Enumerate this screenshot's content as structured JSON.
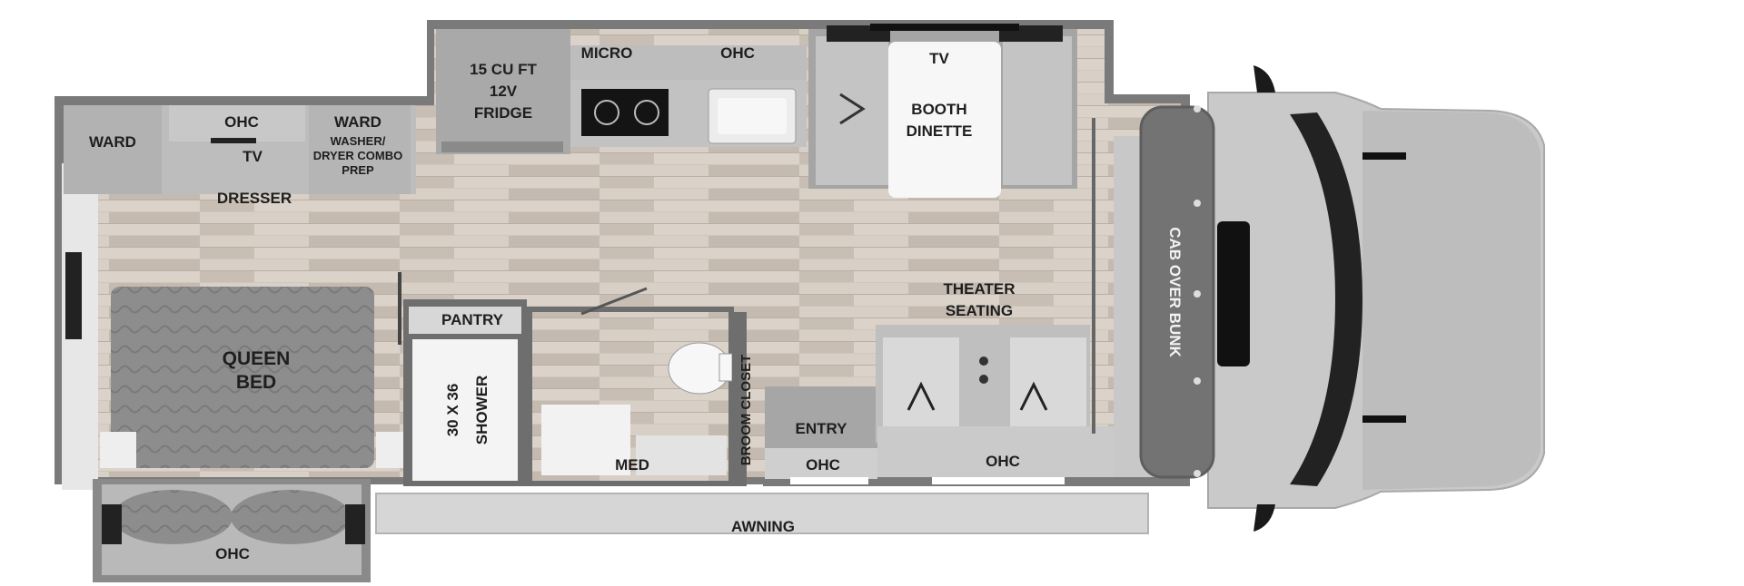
{
  "floorplan": {
    "labels": {
      "fridge_l1": "15 CU FT",
      "fridge_l2": "12V",
      "fridge_l3": "FRIDGE",
      "micro": "MICRO",
      "ohc_kitchen": "OHC",
      "tv_dinette": "TV",
      "booth_l1": "BOOTH",
      "booth_l2": "DINETTE",
      "ward_left": "WARD",
      "ohc_bedroom": "OHC",
      "ward_right": "WARD",
      "washer_l1": "WASHER/",
      "washer_l2": "DRYER COMBO",
      "washer_l3": "PREP",
      "tv_bedroom": "TV",
      "dresser": "DRESSER",
      "cab_over_bunk": "CAB OVER BUNK",
      "theater_l1": "THEATER",
      "theater_l2": "SEATING",
      "pantry": "PANTRY",
      "queen_l1": "QUEEN",
      "queen_l2": "BED",
      "shower_l1": "30 X 36",
      "shower_l2": "SHOWER",
      "broom_closet": "BROOM CLOSET",
      "entry": "ENTRY",
      "med": "MED",
      "ohc_entry": "OHC",
      "ohc_front": "OHC",
      "awning": "AWNING",
      "ohc_slide": "OHC"
    },
    "colors": {
      "wall": "#6b6b6b",
      "floor": "#cfc6bc",
      "cabinet": "#b8b8b8",
      "bed": "#8c8c8c",
      "cab": "#c8c8c8",
      "bunk": "#737373",
      "awning": "#d4d4d4"
    }
  }
}
